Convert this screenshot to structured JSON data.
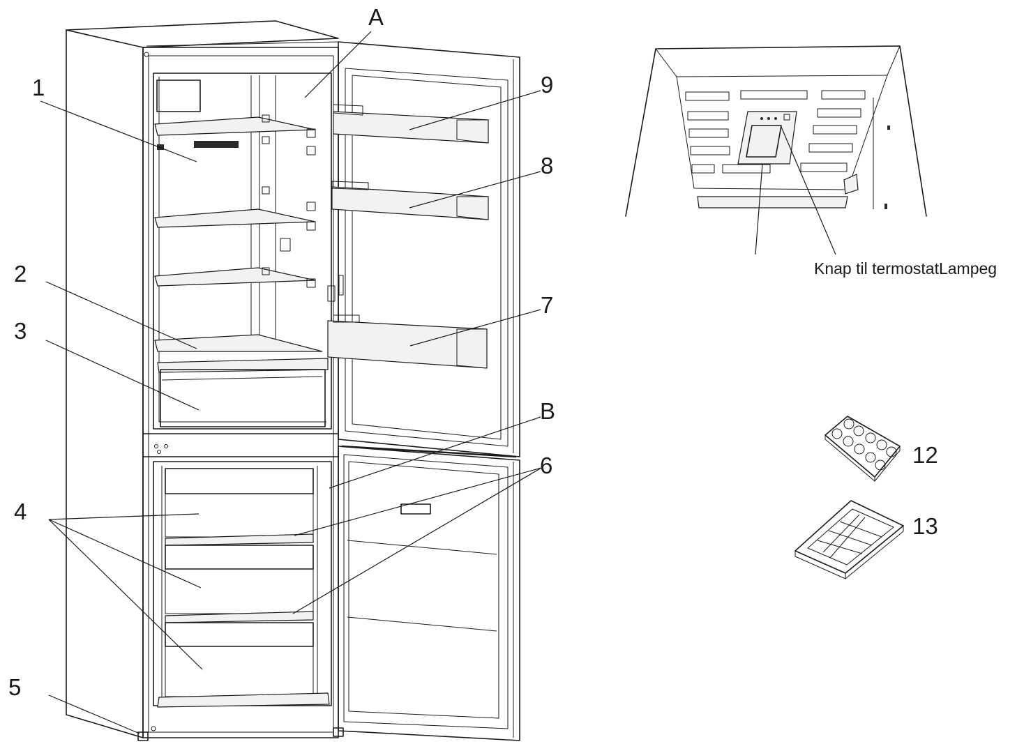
{
  "labels": {
    "A": "A",
    "B": "B",
    "n1": "1",
    "n2": "2",
    "n3": "3",
    "n4": "4",
    "n5": "5",
    "n6": "6",
    "n7": "7",
    "n8": "8",
    "n9": "9",
    "n12": "12",
    "n13": "13"
  },
  "detail_caption": "Knap til termostatLampeg"
}
